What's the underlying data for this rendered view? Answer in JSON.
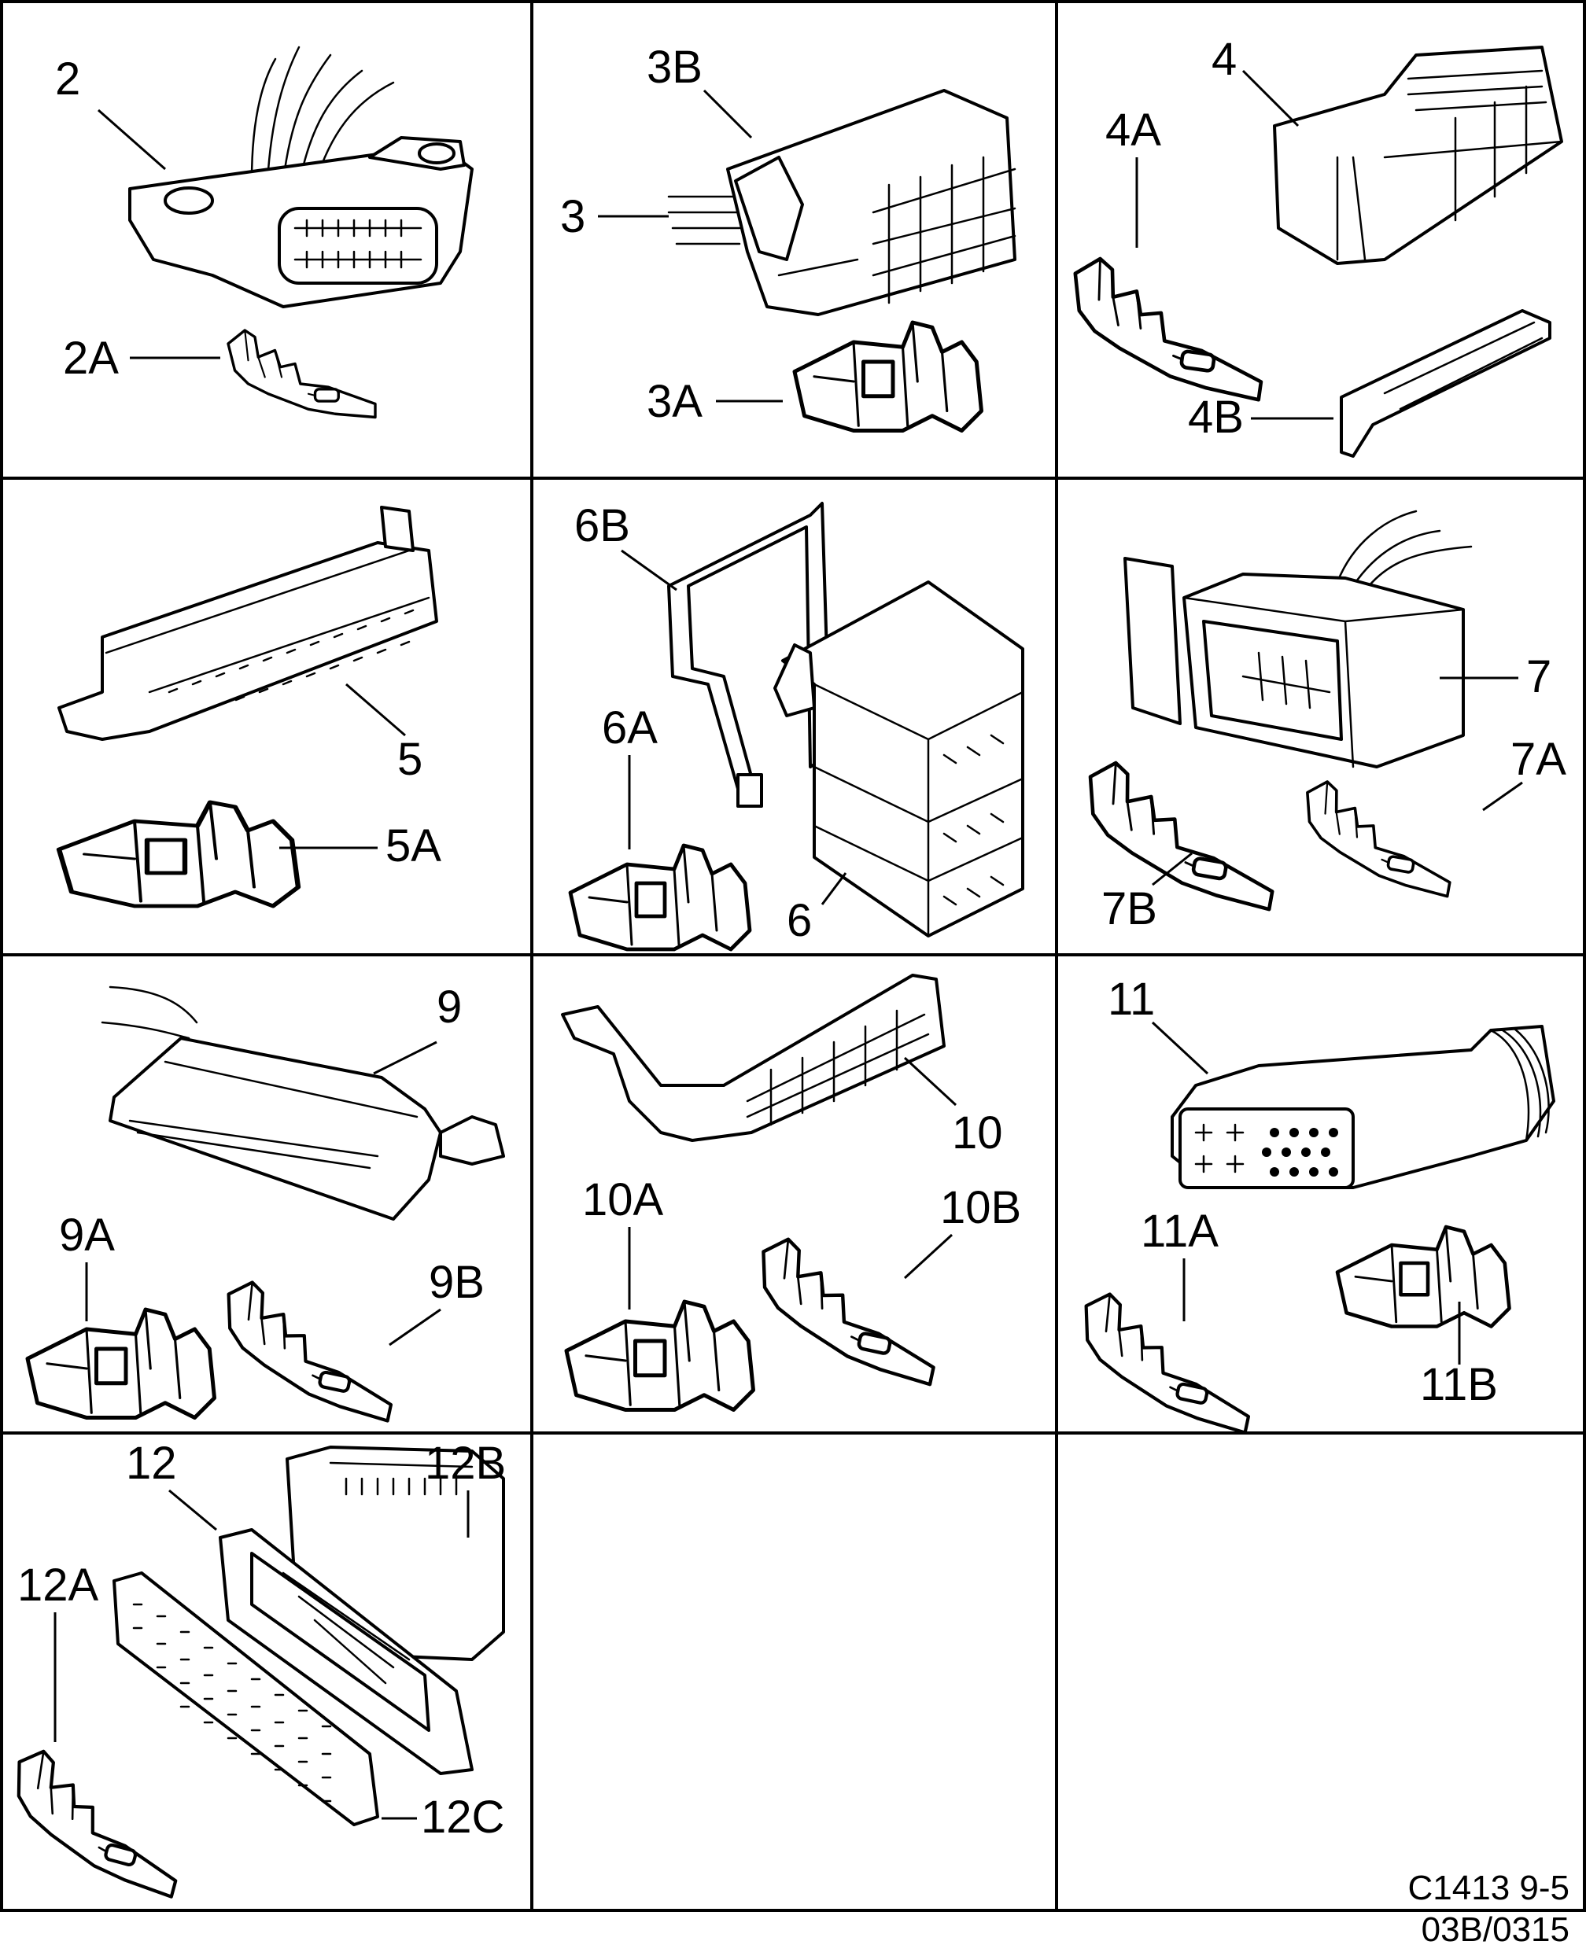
{
  "sheet": {
    "drawing_code": "C1413 9-5",
    "revision": "03B/0315"
  },
  "cells": [
    {
      "labels": {
        "main": "2",
        "a": "2A"
      }
    },
    {
      "labels": {
        "main": "3",
        "a": "3A",
        "b": "3B"
      }
    },
    {
      "labels": {
        "main": "4",
        "a": "4A",
        "b": "4B"
      }
    },
    {
      "labels": {
        "main": "5",
        "a": "5A"
      }
    },
    {
      "labels": {
        "main": "6",
        "a": "6A",
        "b": "6B"
      }
    },
    {
      "labels": {
        "main": "7",
        "a": "7A",
        "b": "7B"
      }
    },
    {
      "labels": {
        "main": "9",
        "a": "9A",
        "b": "9B"
      }
    },
    {
      "labels": {
        "main": "10",
        "a": "10A",
        "b": "10B"
      }
    },
    {
      "labels": {
        "main": "11",
        "a": "11A",
        "b": "11B"
      }
    },
    {
      "labels": {
        "main": "12",
        "a": "12A",
        "b": "12B",
        "c": "12C"
      }
    },
    {
      "labels": {}
    },
    {
      "labels": {}
    }
  ]
}
